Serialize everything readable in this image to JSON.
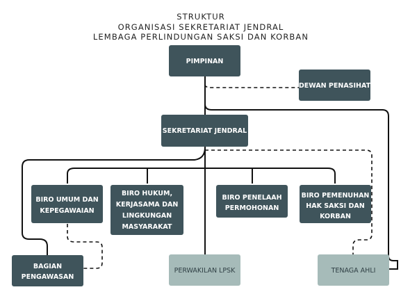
{
  "title": {
    "line1": "STRUKTUR",
    "line2": "ORGANISASI SEKRETARIAT JENDRAL",
    "line3": "LEMBAGA PERLINDUNGAN SAKSI DAN KORBAN"
  },
  "colors": {
    "dark_box": "#3f545b",
    "light_box": "#a6bbb9",
    "connector": "#111111"
  },
  "nodes": {
    "pimpinan": [
      "PIMPINAN"
    ],
    "dewan_penasihat": [
      "DEWAN PENASIHAT"
    ],
    "sekretariat_jendral": [
      "SEKRETARIAT JENDRAL"
    ],
    "biro_umum": [
      "BIRO UMUM DAN",
      "KEPEGAWAIAN"
    ],
    "biro_hukum": [
      "BIRO HUKUM,",
      "KERJASAMA DAN",
      "LINGKUNGAN",
      "MASYARAKAT"
    ],
    "biro_penelaah": [
      "BIRO PENELAAH",
      "PERMOHONAN"
    ],
    "biro_pemenuhan": [
      "BIRO PEMENUHAN",
      "HAK SAKSI DAN",
      "KORBAN"
    ],
    "bagian_pengawasan": [
      "BAGIAN",
      "PENGAWASAN"
    ],
    "perwakilan_lpsk": [
      "PERWAKILAN LPSK"
    ],
    "tenaga_ahli": [
      "TENAGA AHLI"
    ]
  }
}
